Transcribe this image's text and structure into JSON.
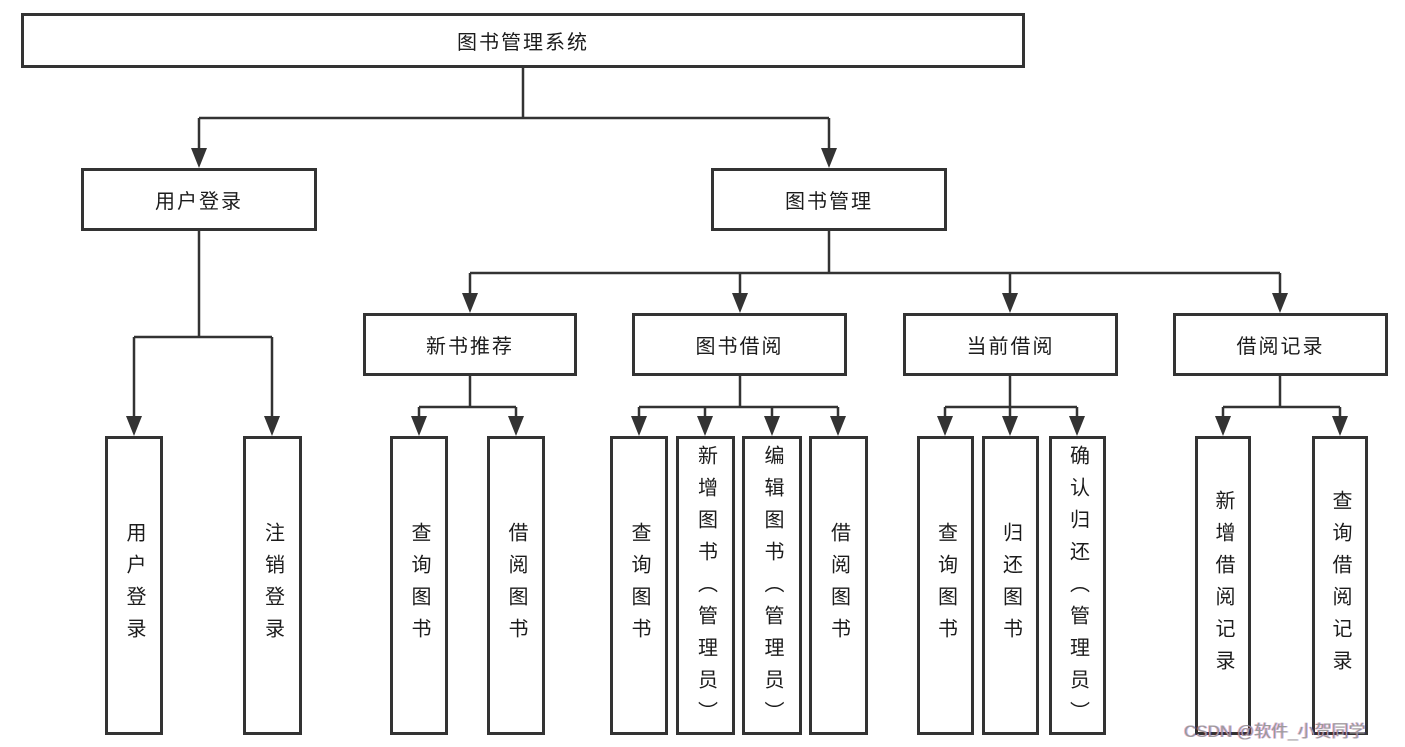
{
  "tree": {
    "root": {
      "label": "图书管理系统"
    },
    "branches": [
      {
        "label": "用户登录",
        "children": [
          {
            "label": "用户登录"
          },
          {
            "label": "注销登录"
          }
        ]
      },
      {
        "label": "图书管理",
        "children": [
          {
            "label": "新书推荐",
            "children": [
              {
                "label": "查询图书"
              },
              {
                "label": "借阅图书"
              }
            ]
          },
          {
            "label": "图书借阅",
            "children": [
              {
                "label": "查询图书"
              },
              {
                "label": "新增图书（管理员）"
              },
              {
                "label": "编辑图书（管理员）"
              },
              {
                "label": "借阅图书"
              }
            ]
          },
          {
            "label": "当前借阅",
            "children": [
              {
                "label": "查询图书"
              },
              {
                "label": "归还图书"
              },
              {
                "label": "确认归还（管理员）"
              }
            ]
          },
          {
            "label": "借阅记录",
            "children": [
              {
                "label": "新增借阅记录"
              },
              {
                "label": "查询借阅记录"
              }
            ]
          }
        ]
      }
    ]
  },
  "watermark": {
    "text": "CSDN @软件_小贺同学"
  },
  "colors": {
    "line": "#333333",
    "text": "#1c1c1c",
    "background": "#ffffff",
    "watermark": "#9b9b9b"
  }
}
